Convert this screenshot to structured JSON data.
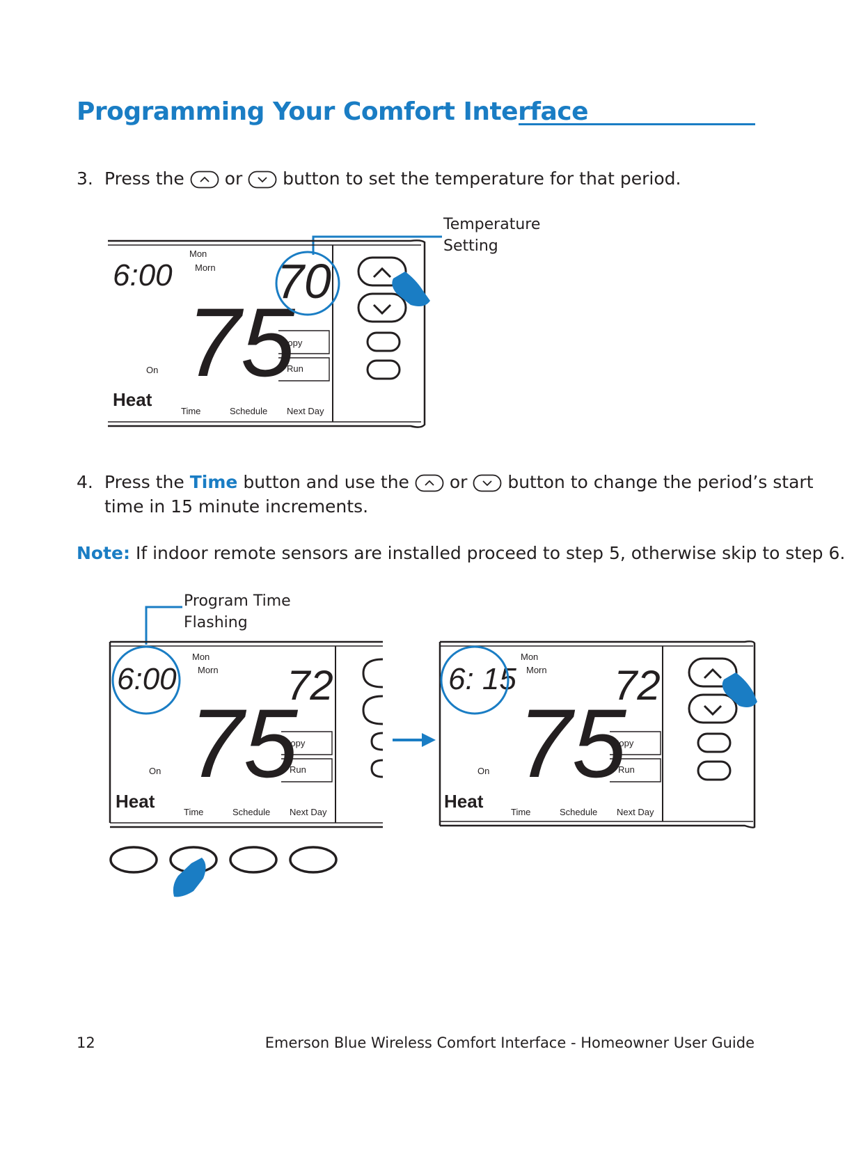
{
  "header": {
    "title": "Programming Your Comfort Interface"
  },
  "steps": [
    {
      "number": "3.",
      "text_before": "Press the",
      "or": "or",
      "text_after": "button to set the temperature for that period.",
      "up_button_icon": "up-arrow-button-icon",
      "down_button_icon": "down-arrow-button-icon"
    },
    {
      "number": "4.",
      "text_before": "Press the",
      "highlight": "Time",
      "text_mid": "button and use the",
      "or": "or",
      "text_after": "button to change the period’s start",
      "line2": "time in 15 minute increments."
    }
  ],
  "note": {
    "label": "Note:",
    "text": "If indoor remote sensors are installed proceed to step 5, otherwise skip to step 6."
  },
  "callouts": {
    "temperature_setting": {
      "line1": "Temperature",
      "line2": "Setting"
    },
    "program_time": {
      "line1": "Program Time",
      "line2": "Flashing"
    }
  },
  "displays": {
    "first": {
      "time": "6:00",
      "day": "Mon",
      "period": "Morn",
      "setpoint": "70",
      "current_temp": "75",
      "fan": "On",
      "mode": "Heat",
      "copy": "Copy",
      "run": "Run",
      "soft_time": "Time",
      "soft_schedule": "Schedule",
      "soft_next_day": "Next Day"
    },
    "second": {
      "time": "6:00",
      "day": "Mon",
      "period": "Morn",
      "setpoint": "72",
      "current_temp": "75",
      "fan": "On",
      "mode": "Heat",
      "copy": "Copy",
      "run": "Run",
      "soft_time": "Time",
      "soft_schedule": "Schedule",
      "soft_next_day": "Next Day"
    },
    "third": {
      "time": "6: 15",
      "day": "Mon",
      "period": "Morn",
      "setpoint": "72",
      "current_temp": "75",
      "fan": "On",
      "mode": "Heat",
      "copy": "Copy",
      "run": "Run",
      "soft_time": "Time",
      "soft_schedule": "Schedule",
      "soft_next_day": "Next Day"
    }
  },
  "footer": {
    "page_number": "12",
    "guide_title": "Emerson Blue Wireless Comfort Interface - Homeowner User Guide"
  },
  "colors": {
    "accent": "#1a7dc4",
    "text": "#231f20"
  }
}
